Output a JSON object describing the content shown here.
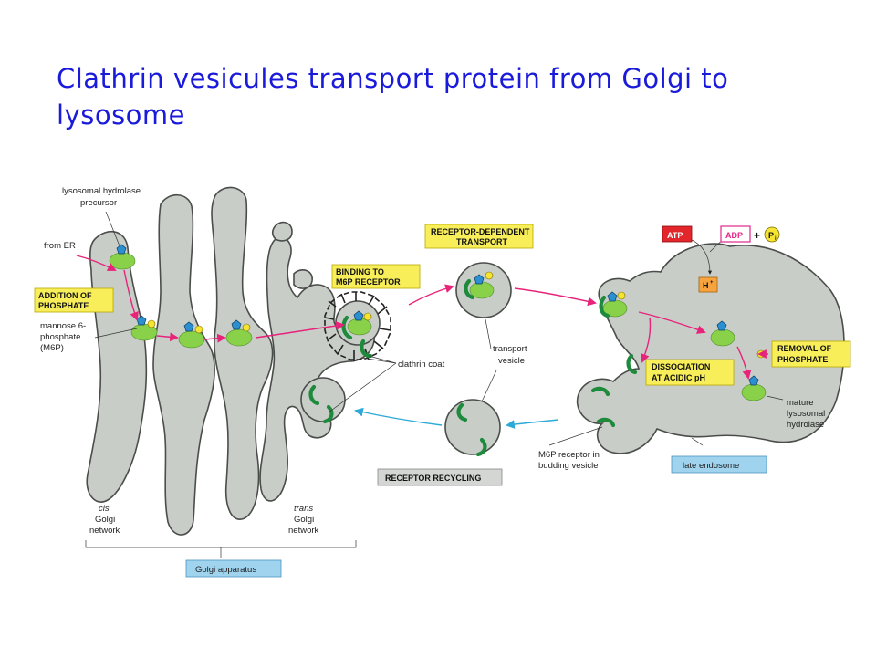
{
  "title": "Clathrin vesicules transport protein from Golgi to lysosome",
  "labels": {
    "hydrolase_precursor_1": "lysosomal hydrolase",
    "hydrolase_precursor_2": "precursor",
    "from_er": "from ER",
    "m6p_1": "mannose 6-",
    "m6p_2": "phosphate",
    "m6p_3": "(M6P)",
    "clathrin_coat": "clathrin coat",
    "transport_vesicle_1": "transport",
    "transport_vesicle_2": "vesicle",
    "m6p_receptor_1": "M6P receptor in",
    "m6p_receptor_2": "budding vesicle",
    "mature_1": "mature",
    "mature_2": "lysosomal",
    "mature_3": "hydrolase",
    "cis_1": "cis",
    "cis_2": "Golgi",
    "cis_3": "network",
    "trans_1": "trans",
    "trans_2": "Golgi",
    "trans_3": "network",
    "atp": "ATP",
    "adp": "ADP",
    "plus": "+",
    "pi": "P",
    "pi_sub": "i",
    "h_plus": "H",
    "h_plus_sup": "+"
  },
  "boxes": {
    "addition_1": "ADDITION OF",
    "addition_2": "PHOSPHATE",
    "binding_1": "BINDING TO",
    "binding_2": "M6P RECEPTOR",
    "receptor_dep_1": "RECEPTOR-DEPENDENT",
    "receptor_dep_2": "TRANSPORT",
    "dissociation_1": "DISSOCIATION",
    "dissociation_2": "AT ACIDIC pH",
    "removal_1": "REMOVAL OF",
    "removal_2": "PHOSPHATE",
    "recycling": "RECEPTOR RECYCLING",
    "late_endosome": "late endosome",
    "golgi_apparatus": "Golgi apparatus"
  },
  "colors": {
    "title": "#1a1adb",
    "organelle": "#c8cdc8",
    "enzyme": "#8ad14a",
    "receptor": "#1e8a3c",
    "m6p_sugar": "#2b8fd0",
    "phosphate": "#f5e431",
    "forward_arrow": "#e8237a",
    "recycling_arrow": "#2ca9d6",
    "atp_box": "#e3262b"
  }
}
